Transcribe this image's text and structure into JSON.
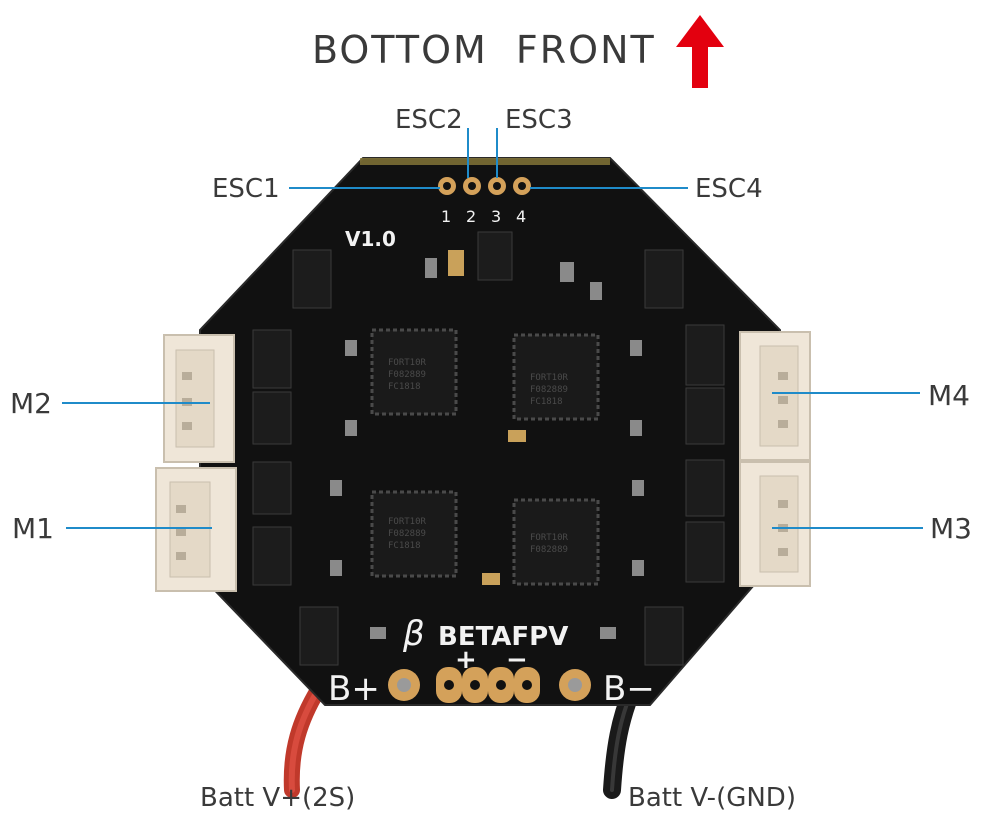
{
  "title": "BOTTOM  FRONT",
  "arrow": {
    "icon": "up-arrow-icon",
    "color": "#e3000f"
  },
  "colors": {
    "leader": "#1f8bc9",
    "pcb": "#111111",
    "connector": "#efe6d8",
    "pad": "#d4a15a"
  },
  "esc_labels": {
    "esc1": "ESC1",
    "esc2": "ESC2",
    "esc3": "ESC3",
    "esc4": "ESC4"
  },
  "pad_numbers": [
    "1",
    "2",
    "3",
    "4"
  ],
  "motor_labels": {
    "m1": "M1",
    "m2": "M2",
    "m3": "M3",
    "m4": "M4"
  },
  "board": {
    "version": "V1.0",
    "brand": "BETAFPV",
    "plus": "+",
    "minus": "−",
    "bplus": "B+",
    "bminus": "B−"
  },
  "chips": [
    {
      "line1": "FORT10R",
      "line2": "F082889",
      "line3": "FC1818"
    },
    {
      "line1": "FORT10R",
      "line2": "F082889",
      "line3": "FC1818"
    },
    {
      "line1": "FORT10R",
      "line2": "F082889",
      "line3": "FC1818"
    },
    {
      "line1": "FORT10R",
      "line2": "F082889",
      "line3": ""
    }
  ],
  "battery_labels": {
    "positive": "Batt V+(2S)",
    "negative": "Batt V-(GND)"
  }
}
